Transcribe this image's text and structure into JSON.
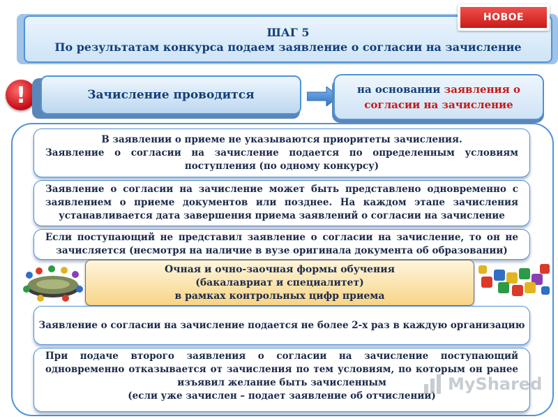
{
  "header": {
    "step": "ШАГ 5",
    "subtitle": "По результатам конкурса подаем заявление о согласии на зачисление",
    "badge": "НОВОЕ"
  },
  "enrollment": {
    "warning_symbol": "!",
    "label": "Зачисление проводится",
    "basis_prefix": "на основании",
    "basis_highlight_1": "заявления о",
    "basis_highlight_2": "согласии на зачисление"
  },
  "blocks": {
    "block1": {
      "line1": "В заявлении о приеме не указываются приоритеты зачисления.",
      "line2": "Заявление о согласии на зачисление подается по определенным условиям поступления (по одному конкурсу)"
    },
    "block2": "Заявление о согласии на зачисление может быть представлено одновременно с заявлением о приеме документов или позднее. На каждом этапе зачисления устанавливается дата завершения приема заявлений о согласии на зачисление",
    "block3": "Если поступающий не представил заявление о согласии на зачисление, то он не зачисляется (несмотря на наличие в вузе оригинала документа об образовании)",
    "forms": {
      "line1": "Очная и очно-заочная формы обучения",
      "line2": "(бакалавриат и специалитет)",
      "line3": "в рамках контрольных цифр приема"
    },
    "block4": "Заявление о согласии на зачисление подается не более 2-х раз в каждую организацию",
    "block5": {
      "line1": "При подаче второго заявления о согласии на зачисление поступающий одновременно отказывается от зачисления по тем условиям, по которым он ранее изъявил желание быть зачисленным",
      "line2": "(если уже зачислен – подает заявление об отчислении)"
    }
  },
  "watermark": {
    "text": "MyShared",
    "sub": ""
  },
  "colors": {
    "accent": "#4f92d9",
    "title_text": "#123f7a",
    "highlight_red": "#c41a17",
    "badge_red": "#d42522",
    "forms_fill": "#f8d487"
  },
  "icons": [
    "exclamation-icon",
    "right-arrow-icon",
    "round-table-meeting-icon",
    "puzzle-pieces-icon"
  ]
}
